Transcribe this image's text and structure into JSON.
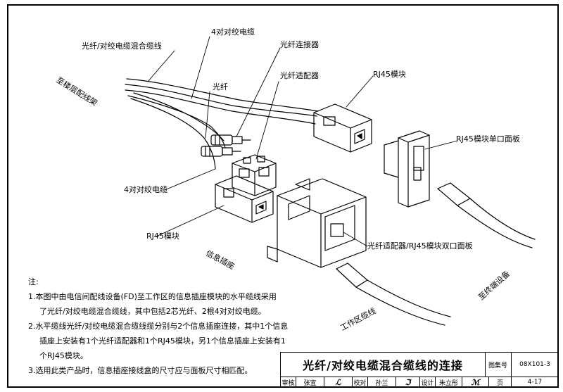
{
  "labels": {
    "hybrid_cable": "光纤/对绞电缆混合缆线",
    "four_pair_top": "4对对绞电缆",
    "fiber_connector": "光纤连接器",
    "fiber": "光纤",
    "fiber_adapter": "光纤适配器",
    "rj45_module_top": "RJ45模块",
    "to_floor_rack": "至楼层配线架",
    "rj45_single_panel": "RJ45模块单口面板",
    "four_pair_bottom": "4对对绞电缆",
    "rj45_module_bottom": "RJ45模块",
    "info_outlet": "信息插座",
    "dual_panel": "光纤适配器/RJ45模块双口面板",
    "to_terminal": "至终端设备",
    "work_area_cable": "工作区缆线"
  },
  "notes": {
    "heading": "注:",
    "n1_a": "1.本图中由电信间配线设备(FD)至工作区的信息插座模块的水平缆线采用",
    "n1_b": "了光纤/对绞电缆混合缆线，其中包括2芯光纤、2根4对对绞电缆。",
    "n2_a": "2.水平缆线光纤/对绞电缆混合缆线缆分别与2个信息插座连接，其中1个信息",
    "n2_b": "插座上安装有1个光纤适配器和1个RJ45模块，另1个信息插座上安装有1",
    "n2_c": "个RJ45模块。",
    "n3": "3.选用此类产品时，信息插座接线盒的尺寸应与面板尺寸相匹配。"
  },
  "title_block": {
    "title": "光纤/对绞电缆混合缆线的连接",
    "atlas_label": "图集号",
    "atlas_no": "08X101-3",
    "review_label": "审核",
    "review_name": "张宜",
    "check_label": "校对",
    "check_name": "孙兰",
    "design_label": "设计",
    "design_name": "朱立彤",
    "page_label": "页",
    "page_no": "4-17"
  }
}
